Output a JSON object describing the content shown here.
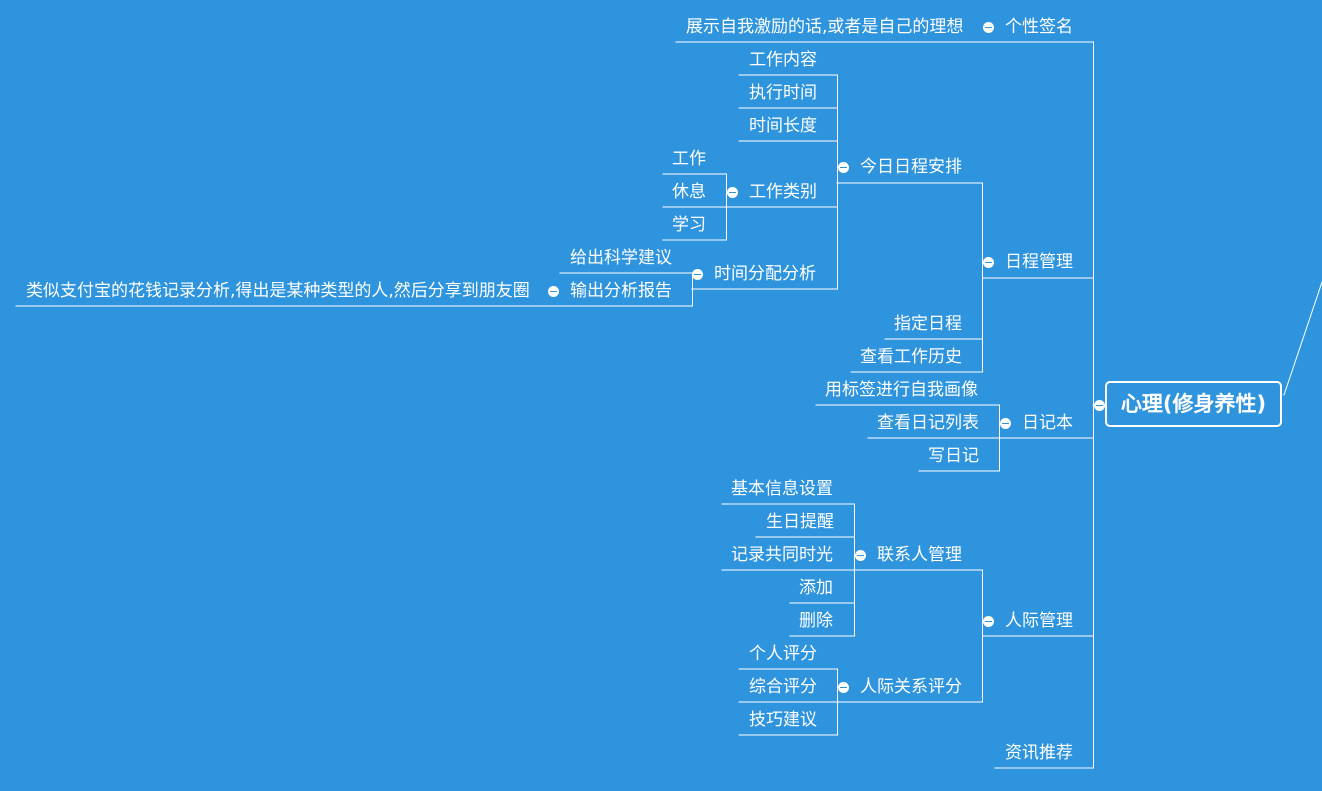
{
  "root": "心理(修身养性)",
  "signature": {
    "label": "个性签名",
    "child": "展示自我激励的话,或者是自己的理想"
  },
  "schedule": {
    "label": "日程管理",
    "today": {
      "label": "今日日程安排",
      "work_content": "工作内容",
      "exec_time": "执行时间",
      "time_length": "时间长度",
      "work_type": {
        "label": "工作类别",
        "items": [
          "工作",
          "休息",
          "学习"
        ]
      },
      "time_analysis": {
        "label": "时间分配分析",
        "advice": "给出科学建议",
        "report": {
          "label": "输出分析报告",
          "child": "类似支付宝的花钱记录分析,得出是某种类型的人,然后分享到朋友圈"
        }
      }
    },
    "set_schedule": "指定日程",
    "history": "查看工作历史"
  },
  "diary": {
    "label": "日记本",
    "items": [
      "用标签进行自我画像",
      "查看日记列表",
      "写日记"
    ]
  },
  "relations": {
    "label": "人际管理",
    "contacts": {
      "label": "联系人管理",
      "items": [
        "基本信息设置",
        "生日提醒",
        "记录共同时光",
        "添加",
        "删除"
      ]
    },
    "rating": {
      "label": "人际关系评分",
      "items": [
        "个人评分",
        "综合评分",
        "技巧建议"
      ]
    }
  },
  "news": "资讯推荐"
}
